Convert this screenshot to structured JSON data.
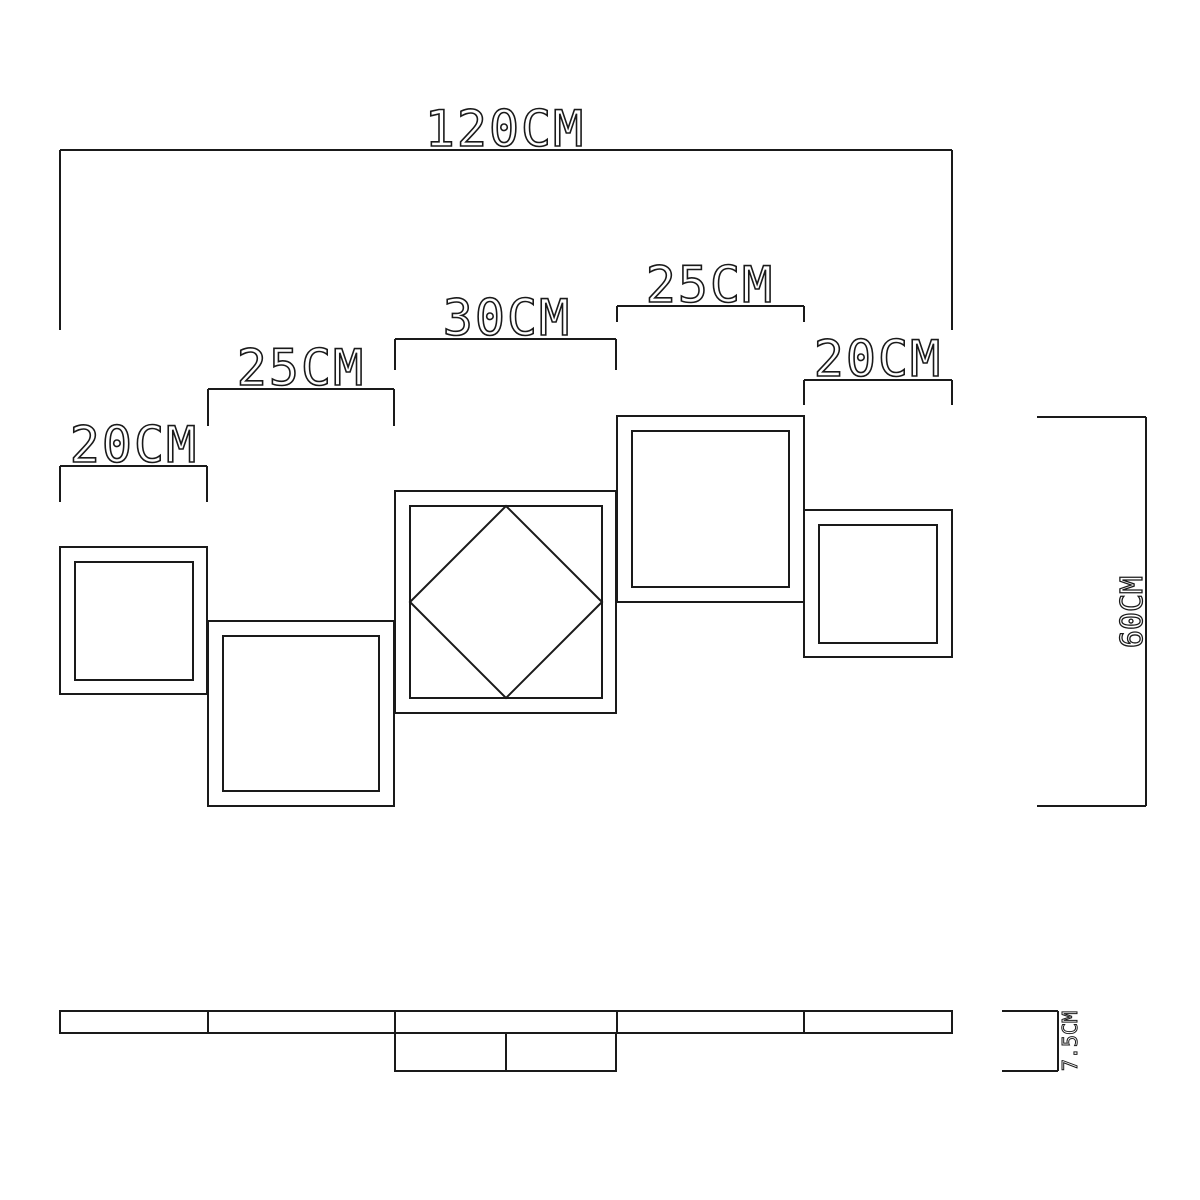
{
  "dimensions": {
    "total_width": "120CM",
    "panel_1_width": "20CM",
    "panel_2_width": "25CM",
    "panel_3_width": "30CM",
    "panel_4_width": "25CM",
    "panel_5_width": "20CM",
    "total_height": "60CM",
    "depth": "7.5CM"
  }
}
